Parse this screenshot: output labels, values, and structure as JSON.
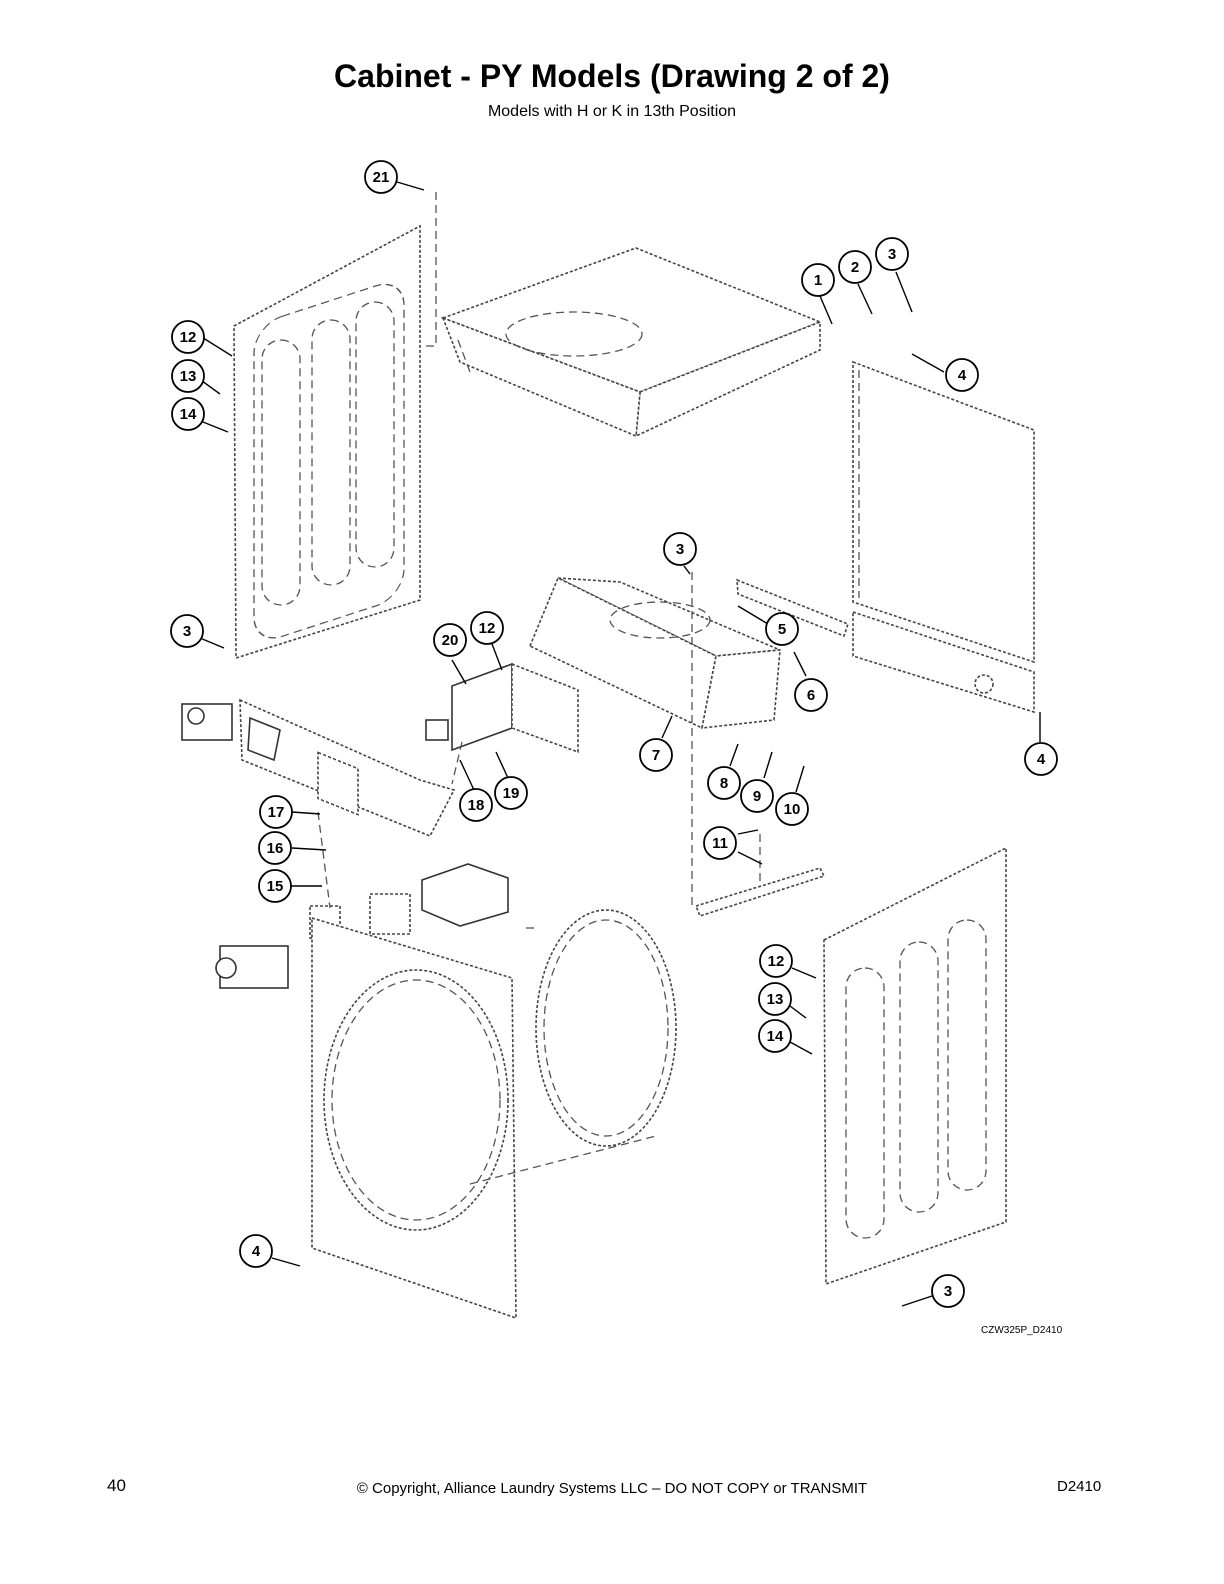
{
  "title": "Cabinet - PY Models (Drawing 2 of 2)",
  "subtitle": "Models with H or K in 13th Position",
  "drawing_code": "CZW325P_D2410",
  "footer": {
    "page_number": "40",
    "copyright": "© Copyright, Alliance Laundry Systems LLC – DO NOT COPY or TRANSMIT",
    "doc_code": "D2410"
  },
  "callouts": [
    {
      "id": "c21",
      "label": "21"
    },
    {
      "id": "c1",
      "label": "1"
    },
    {
      "id": "c2",
      "label": "2"
    },
    {
      "id": "c3a",
      "label": "3"
    },
    {
      "id": "c12a",
      "label": "12"
    },
    {
      "id": "c13a",
      "label": "13"
    },
    {
      "id": "c14a",
      "label": "14"
    },
    {
      "id": "c4a",
      "label": "4"
    },
    {
      "id": "c3b",
      "label": "3"
    },
    {
      "id": "c3c",
      "label": "3"
    },
    {
      "id": "c5",
      "label": "5"
    },
    {
      "id": "c20",
      "label": "20"
    },
    {
      "id": "c12b",
      "label": "12"
    },
    {
      "id": "c6",
      "label": "6"
    },
    {
      "id": "c7",
      "label": "7"
    },
    {
      "id": "c4b",
      "label": "4"
    },
    {
      "id": "c8",
      "label": "8"
    },
    {
      "id": "c9",
      "label": "9"
    },
    {
      "id": "c10",
      "label": "10"
    },
    {
      "id": "c18",
      "label": "18"
    },
    {
      "id": "c19",
      "label": "19"
    },
    {
      "id": "c17",
      "label": "17"
    },
    {
      "id": "c11",
      "label": "11"
    },
    {
      "id": "c16",
      "label": "16"
    },
    {
      "id": "c15",
      "label": "15"
    },
    {
      "id": "c12c",
      "label": "12"
    },
    {
      "id": "c13b",
      "label": "13"
    },
    {
      "id": "c14b",
      "label": "14"
    },
    {
      "id": "c4c",
      "label": "4"
    },
    {
      "id": "c3d",
      "label": "3"
    }
  ]
}
